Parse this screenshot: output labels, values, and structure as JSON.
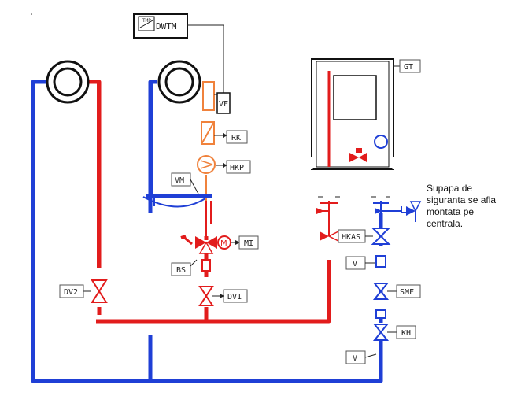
{
  "labels": {
    "dwtm": "DWTM",
    "vf": "VF",
    "rk": "RK",
    "hkp": "HKP",
    "vm": "VM",
    "mi": "MI",
    "bs": "BS",
    "dv1": "DV1",
    "dv2": "DV2",
    "gt": "GT",
    "hkas": "HKAS",
    "v_upper": "V",
    "smf": "SMF",
    "kh": "KH",
    "v_lower": "V",
    "tmp": "TMP"
  },
  "note": {
    "line1": "Supapa de",
    "line2": "siguranta se afla",
    "line3": "montata pe",
    "line4": "centrala."
  },
  "colors": {
    "hot": "#e21c1c",
    "cold": "#1f3fd6",
    "line": "#222222",
    "orange": "#f0823c"
  }
}
